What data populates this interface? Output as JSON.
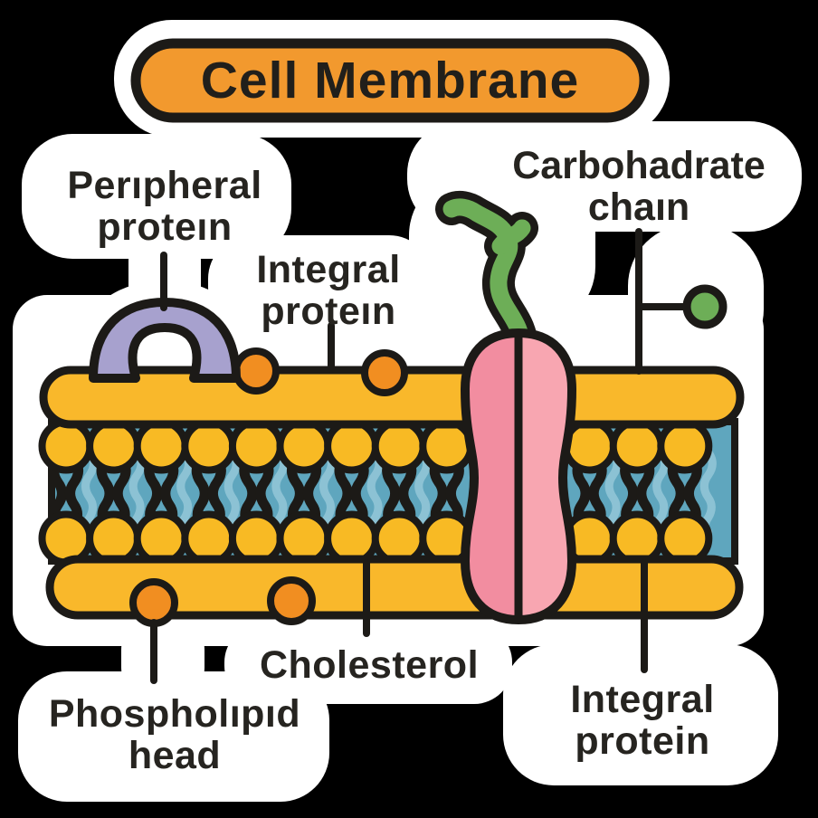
{
  "title": {
    "label": "Cell Membrane"
  },
  "labels": {
    "peripheral_protein": "Perıpheral\nproteın",
    "integral_protein_top": "Integral\nproteın",
    "carbohydrate_chain": "Carbohadrate\nchaın",
    "cholesterol": "Cholesterol",
    "phospholipid_head": "Phospholıpıd\nhead",
    "integral_protein_bottom": "Integral\nprotein"
  },
  "colors": {
    "background": "#000000",
    "sticker_white": "#ffffff",
    "outline_black": "#1c1a17",
    "banner_orange": "#f2992e",
    "bar_yellow": "#f9b82b",
    "head_yellow": "#f8ba24",
    "orange_circle": "#f18e21",
    "teal": "#5fa6be",
    "light_tail_blue": "#8cc2d4",
    "pink_left": "#f28da0",
    "pink_right": "#f8a6b1",
    "purple": "#a7a1ce",
    "green": "#6dae57",
    "text": "#262420"
  }
}
